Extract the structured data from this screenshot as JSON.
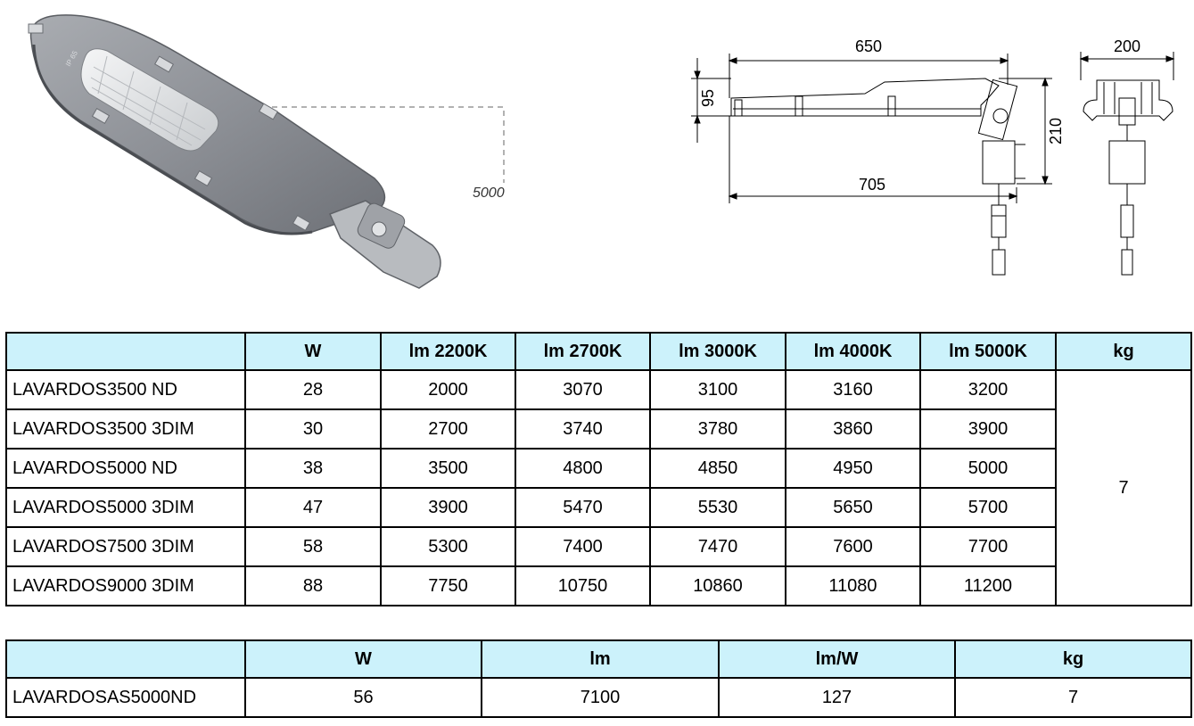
{
  "product_image": {
    "ip_label": "IP 65",
    "height_label": "5000"
  },
  "drawing": {
    "length_top": "650",
    "length_bottom": "705",
    "height_left": "95",
    "height_right": "210",
    "width_side": "200"
  },
  "table_main": {
    "headers": [
      "",
      "W",
      "lm 2200K",
      "lm 2700K",
      "lm 3000K",
      "lm 4000K",
      "lm 5000K",
      "kg"
    ],
    "rows": [
      [
        "LAVARDOS3500 ND",
        "28",
        "2000",
        "3070",
        "3100",
        "3160",
        "3200"
      ],
      [
        "LAVARDOS3500 3DIM",
        "30",
        "2700",
        "3740",
        "3780",
        "3860",
        "3900"
      ],
      [
        "LAVARDOS5000 ND",
        "38",
        "3500",
        "4800",
        "4850",
        "4950",
        "5000"
      ],
      [
        "LAVARDOS5000 3DIM",
        "47",
        "3900",
        "5470",
        "5530",
        "5650",
        "5700"
      ],
      [
        "LAVARDOS7500 3DIM",
        "58",
        "5300",
        "7400",
        "7470",
        "7600",
        "7700"
      ],
      [
        "LAVARDOS9000 3DIM",
        "88",
        "7750",
        "10750",
        "10860",
        "11080",
        "11200"
      ]
    ],
    "kg": "7"
  },
  "table_as": {
    "headers": [
      "",
      "W",
      "lm",
      "lm/W",
      "kg"
    ],
    "rows": [
      [
        "LAVARDOSAS5000ND",
        "56",
        "7100",
        "127",
        "7"
      ]
    ]
  }
}
